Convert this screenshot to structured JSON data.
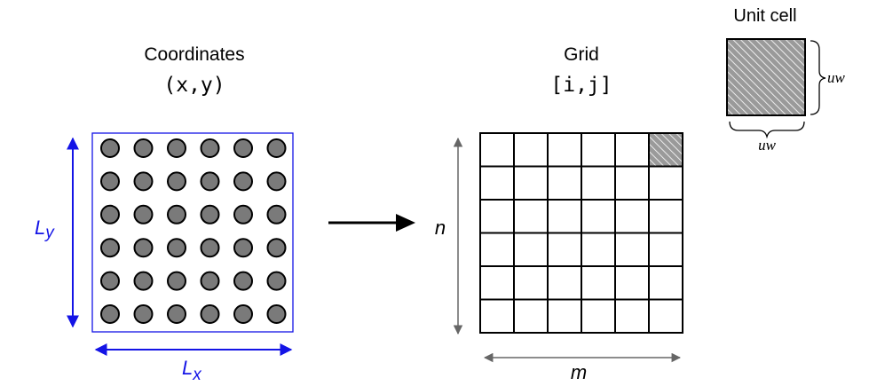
{
  "coordinates": {
    "title": "Coordinates",
    "notation": "(x,y)",
    "label_x": "L",
    "label_x_sub": "x",
    "label_y": "L",
    "label_y_sub": "y",
    "rows": 6,
    "cols": 6
  },
  "grid": {
    "title": "Grid",
    "notation": "[i,j]",
    "label_rows": "n",
    "label_cols": "m",
    "rows": 6,
    "cols": 6
  },
  "unit_cell": {
    "title": "Unit cell",
    "width_label": "uw",
    "height_label": "uw"
  },
  "colors": {
    "blue": "#1414e6",
    "dot_fill": "#7a7a7a",
    "hatch_bg": "#9a9a9a",
    "grey_arrow": "#666666",
    "black": "#000000"
  },
  "icons": {
    "transform_arrow": "right-arrow-icon"
  }
}
